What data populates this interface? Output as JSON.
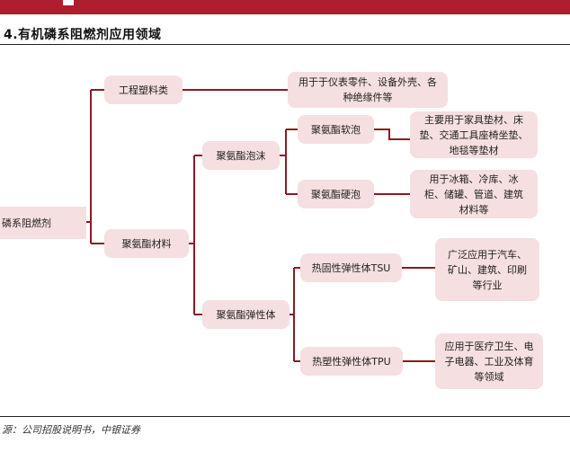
{
  "figure": {
    "title": "4.有机磷系阻燃剂应用领域",
    "source": "源：公司招股说明书，中银证券"
  },
  "diagram": {
    "root": "磷系阻燃剂",
    "branch_engineering_plastics": "工程塑料类",
    "leaf_engineering_plastics": "用于于仪表零件、设备外壳、各种绝缘件等",
    "branch_pu_materials": "聚氨酯材料",
    "node_pu_foam": "聚氨酯泡沫",
    "node_soft_foam": "聚氨酯软泡",
    "leaf_soft_foam": "主要用于家具垫材、床垫、交通工具座椅坐垫、地毯等垫材",
    "node_rigid_foam": "聚氨酯硬泡",
    "leaf_rigid_foam": "用于冰箱、冷库、冰柜、储罐、管道、建筑材料等",
    "node_pu_elastomer": "聚氨酯弹性体",
    "node_tsu": "热固性弹性体TSU",
    "leaf_tsu": "广泛应用于汽车、矿山、建筑、印刷等行业",
    "node_tpu": "热塑性弹性体TPU",
    "leaf_tpu": "应用于医疗卫生、电子电器、工业及体育等领域"
  },
  "colors": {
    "accent_bar": "#b01e2d",
    "node_fill": "#f5dfe0",
    "connector": "#8b1a24"
  }
}
